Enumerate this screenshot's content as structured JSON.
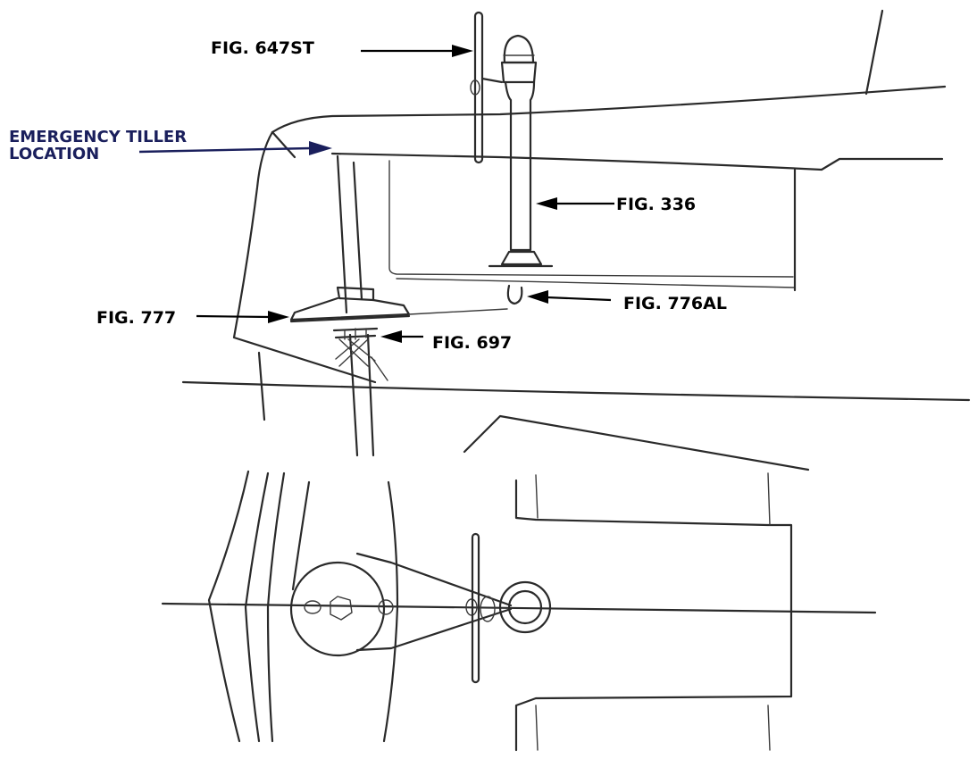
{
  "labels": {
    "fig_647st": "FIG. 647ST",
    "emergency_line1": "EMERGENCY TILLER",
    "emergency_line2": "LOCATION",
    "fig_336": "FIG. 336",
    "fig_776al": "FIG. 776AL",
    "fig_777": "FIG. 777",
    "fig_697": "FIG. 697"
  },
  "colors": {
    "label_text": "#000000",
    "emergency_label": "#1a1f5c",
    "line_art": "#2a2a2a"
  }
}
